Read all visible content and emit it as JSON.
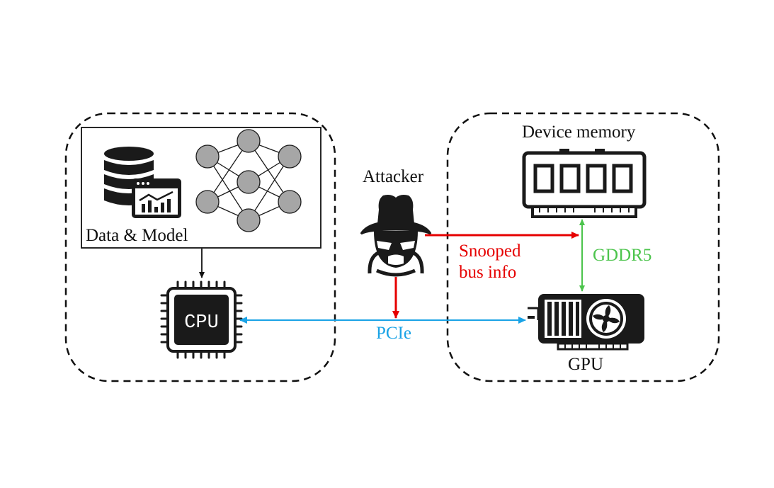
{
  "host": {
    "data_model_label": "Data & Model",
    "cpu_chip_text": "CPU"
  },
  "attacker": {
    "label": "Attacker"
  },
  "device": {
    "memory_label": "Device memory",
    "gpu_label": "GPU"
  },
  "links": {
    "snoop_label_line1": "Snooped",
    "snoop_label_line2": "bus info",
    "pcie_label": "PCIe",
    "gddr_label": "GDDR5"
  },
  "colors": {
    "snoop": "#e60000",
    "pcie": "#1aa3e6",
    "gddr": "#4cc44c",
    "icon": "#1a1a1a",
    "node": "#a6a6a6"
  }
}
